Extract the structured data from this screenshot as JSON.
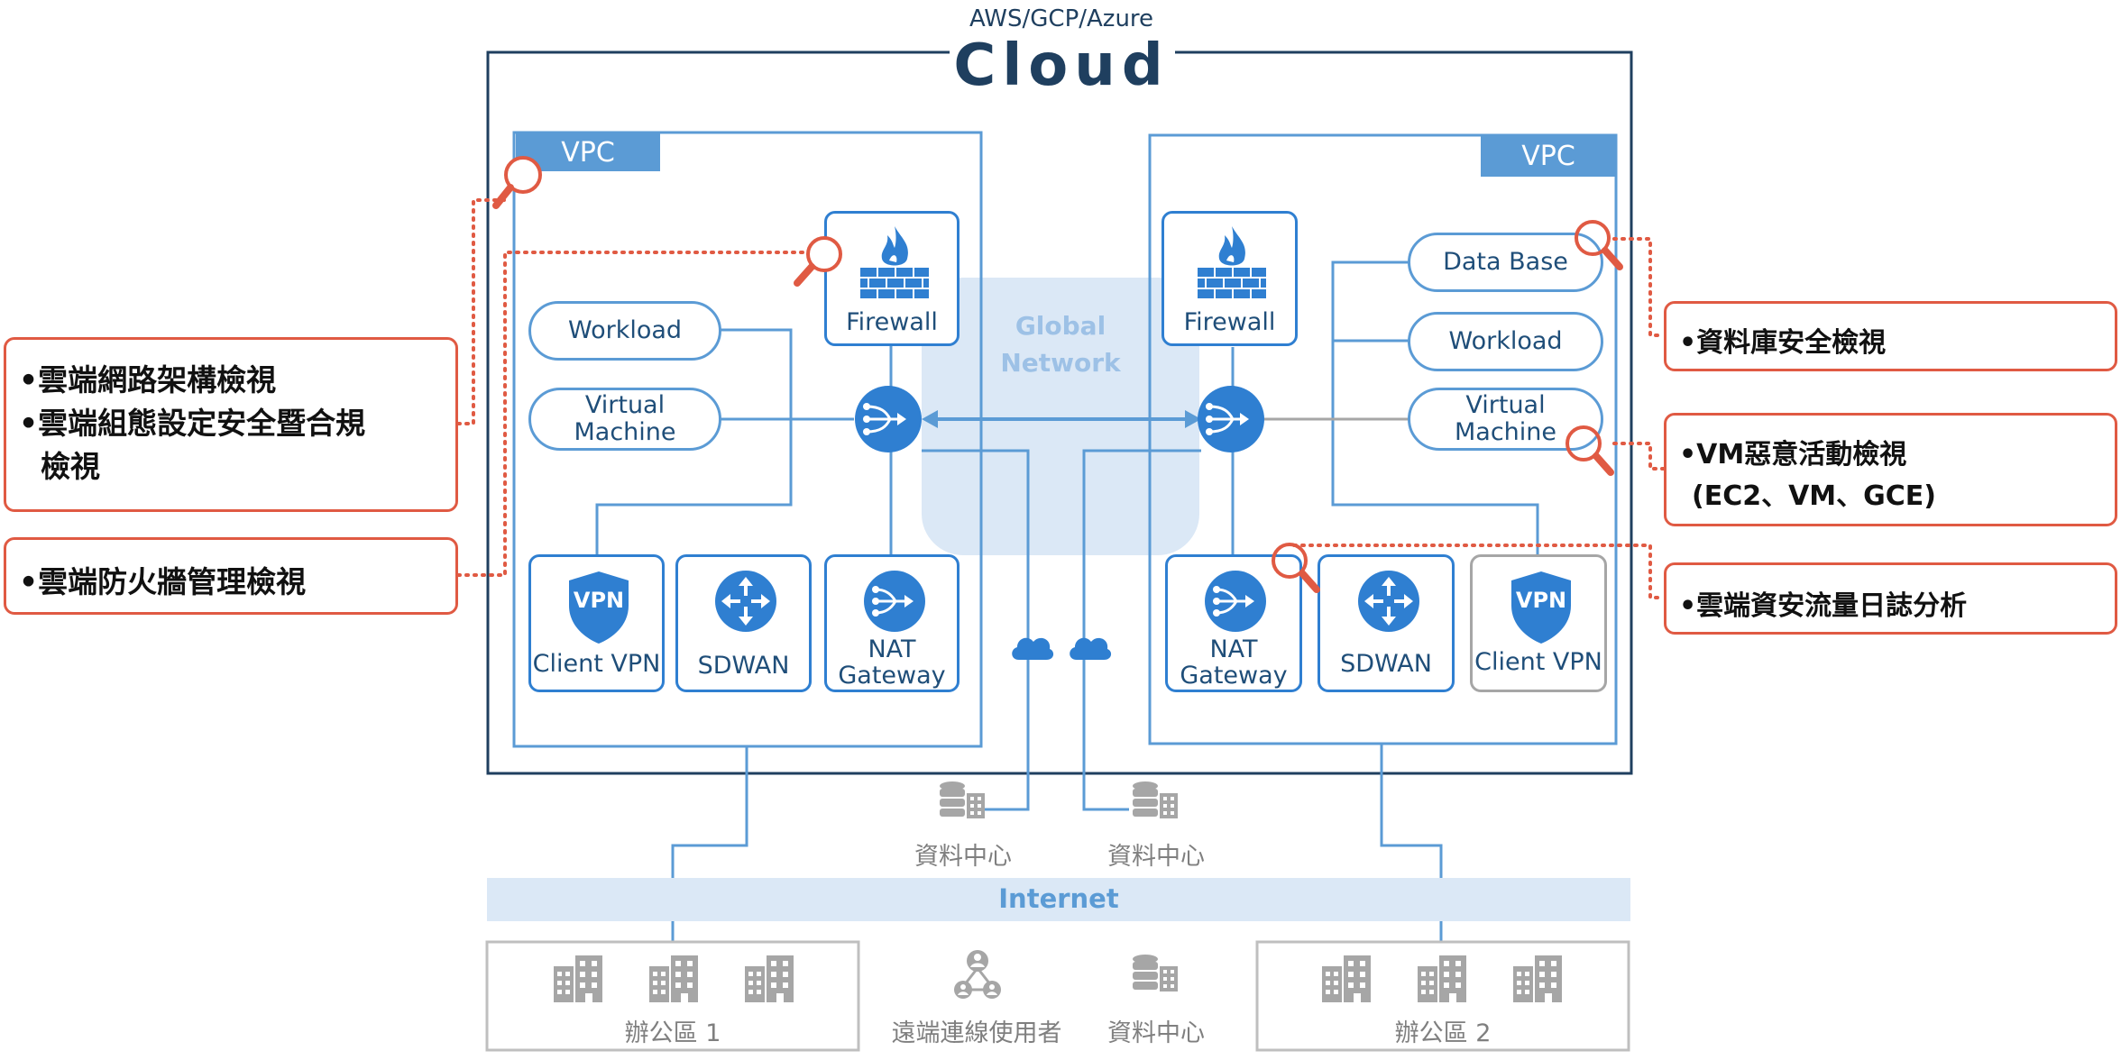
{
  "cloud": {
    "providers": "AWS/GCP/Azure",
    "title": "Cloud"
  },
  "global_network": [
    "Global",
    "Network"
  ],
  "left_vpc": {
    "tag": "VPC",
    "workload": "Workload",
    "virtual_machine": [
      "Virtual",
      "Machine"
    ],
    "firewall": "Firewall",
    "client_vpn": "Client VPN",
    "vpn_badge": "VPN",
    "sdwan": "SDWAN",
    "nat_gateway": [
      "NAT",
      "Gateway"
    ]
  },
  "right_vpc": {
    "tag": "VPC",
    "database": "Data Base",
    "workload": "Workload",
    "virtual_machine": [
      "Virtual",
      "Machine"
    ],
    "firewall": "Firewall",
    "client_vpn": "Client VPN",
    "vpn_badge": "VPN",
    "sdwan": "SDWAN",
    "nat_gateway": [
      "NAT",
      "Gateway"
    ]
  },
  "datacenters": {
    "left": "資料中心",
    "right": "資料中心"
  },
  "internet": "Internet",
  "bottom": {
    "office1": "辦公區 1",
    "remote_users": "遠端連線使用者",
    "datacenter": "資料中心",
    "office2": "辦公區 2"
  },
  "callouts": {
    "network_arch": [
      "•雲端網路架構檢視",
      "•雲端組態設定安全暨合規",
      "檢視"
    ],
    "firewall_mgmt": "•雲端防火牆管理檢視",
    "db_security": "•資料庫安全檢視",
    "vm_activity": [
      "•VM惡意活動檢視",
      "(EC2、VM、GCE)"
    ],
    "traffic_log": "•雲端資安流量日誌分析"
  },
  "colors": {
    "accent_blue": "#2f7fd1",
    "line_blue": "#5b9bd5",
    "dark_navy": "#1f3f5f",
    "callout_red": "#e05a43",
    "gray": "#a6a6a6"
  }
}
